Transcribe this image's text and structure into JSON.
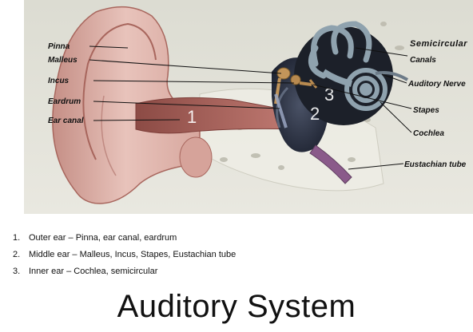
{
  "labels": {
    "pinna": "Pinna",
    "malleus": "Malleus",
    "incus": "Incus",
    "eardrum": "Eardrum",
    "ear_canal": "Ear canal",
    "semicircular": "Semicircular",
    "canals": "Canals",
    "auditory_nerve": "Auditory Nerve",
    "stapes": "Stapes",
    "cochlea": "Cochlea",
    "eustachian_tube": "Eustachian tube"
  },
  "region_numbers": [
    "1",
    "2",
    "3"
  ],
  "legend": [
    {
      "num": "1.",
      "text": "Outer ear – Pinna, ear canal, eardrum"
    },
    {
      "num": "2.",
      "text": "Middle ear – Malleus, Incus, Stapes, Eustachian tube"
    },
    {
      "num": "3.",
      "text": "Inner ear – Cochlea, semicircular"
    }
  ],
  "title": "Auditory System"
}
